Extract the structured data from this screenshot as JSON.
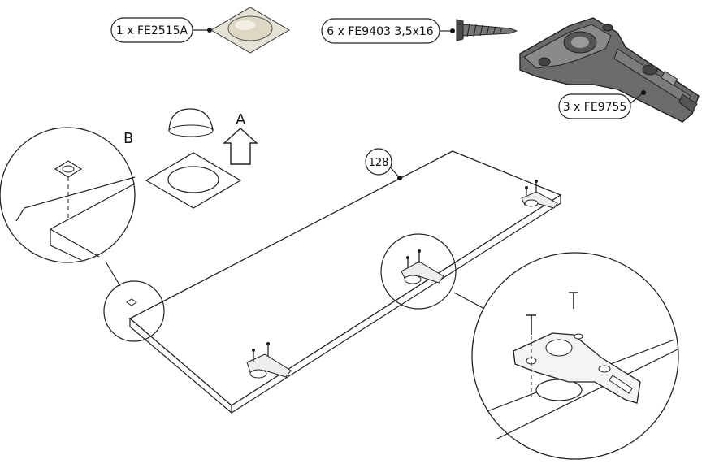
{
  "parts": [
    {
      "label": "1 x FE2515A",
      "item": "bumper-pad"
    },
    {
      "label": "6 x FE9403 3,5x16",
      "item": "screw"
    },
    {
      "label": "3 x FE9755",
      "item": "hinge"
    }
  ],
  "callouts": {
    "part_number": "128",
    "letter_a": "A",
    "letter_b": "B"
  },
  "colors": {
    "line": "#1a1a1a",
    "pad_fill": "#e6e2d6",
    "hinge_fill": "#6b6b6b"
  }
}
